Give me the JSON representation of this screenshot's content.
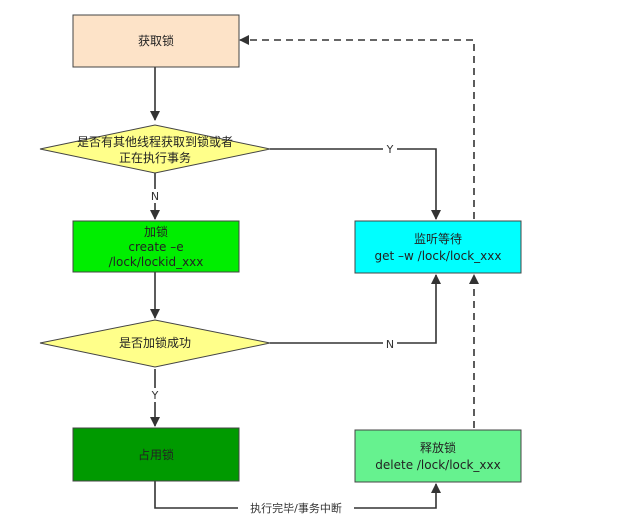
{
  "nodes": {
    "acquire": {
      "lines": [
        "获取锁"
      ],
      "fill": "#fde3c8"
    },
    "decision_other": {
      "lines": [
        "是否有其他线程获取到锁或者",
        "正在执行事务"
      ],
      "fill": "#ffff8a"
    },
    "add_lock": {
      "lines": [
        "加锁",
        "create –e",
        "/lock/lockid_xxx"
      ],
      "fill": "#00ee00"
    },
    "decision_success": {
      "lines": [
        "是否加锁成功"
      ],
      "fill": "#ffff8a"
    },
    "occupy": {
      "lines": [
        "占用锁"
      ],
      "fill": "#009a00"
    },
    "watch": {
      "lines": [
        "监听等待",
        "get –w /lock/lock_xxx"
      ],
      "fill": "#00ffff"
    },
    "release": {
      "lines": [
        "释放锁",
        "delete /lock/lock_xxx"
      ],
      "fill": "#66f28f"
    }
  },
  "edges": {
    "y1": "Y",
    "n1": "N",
    "y2": "Y",
    "n2": "N",
    "finish": "执行完毕/事务中断"
  }
}
